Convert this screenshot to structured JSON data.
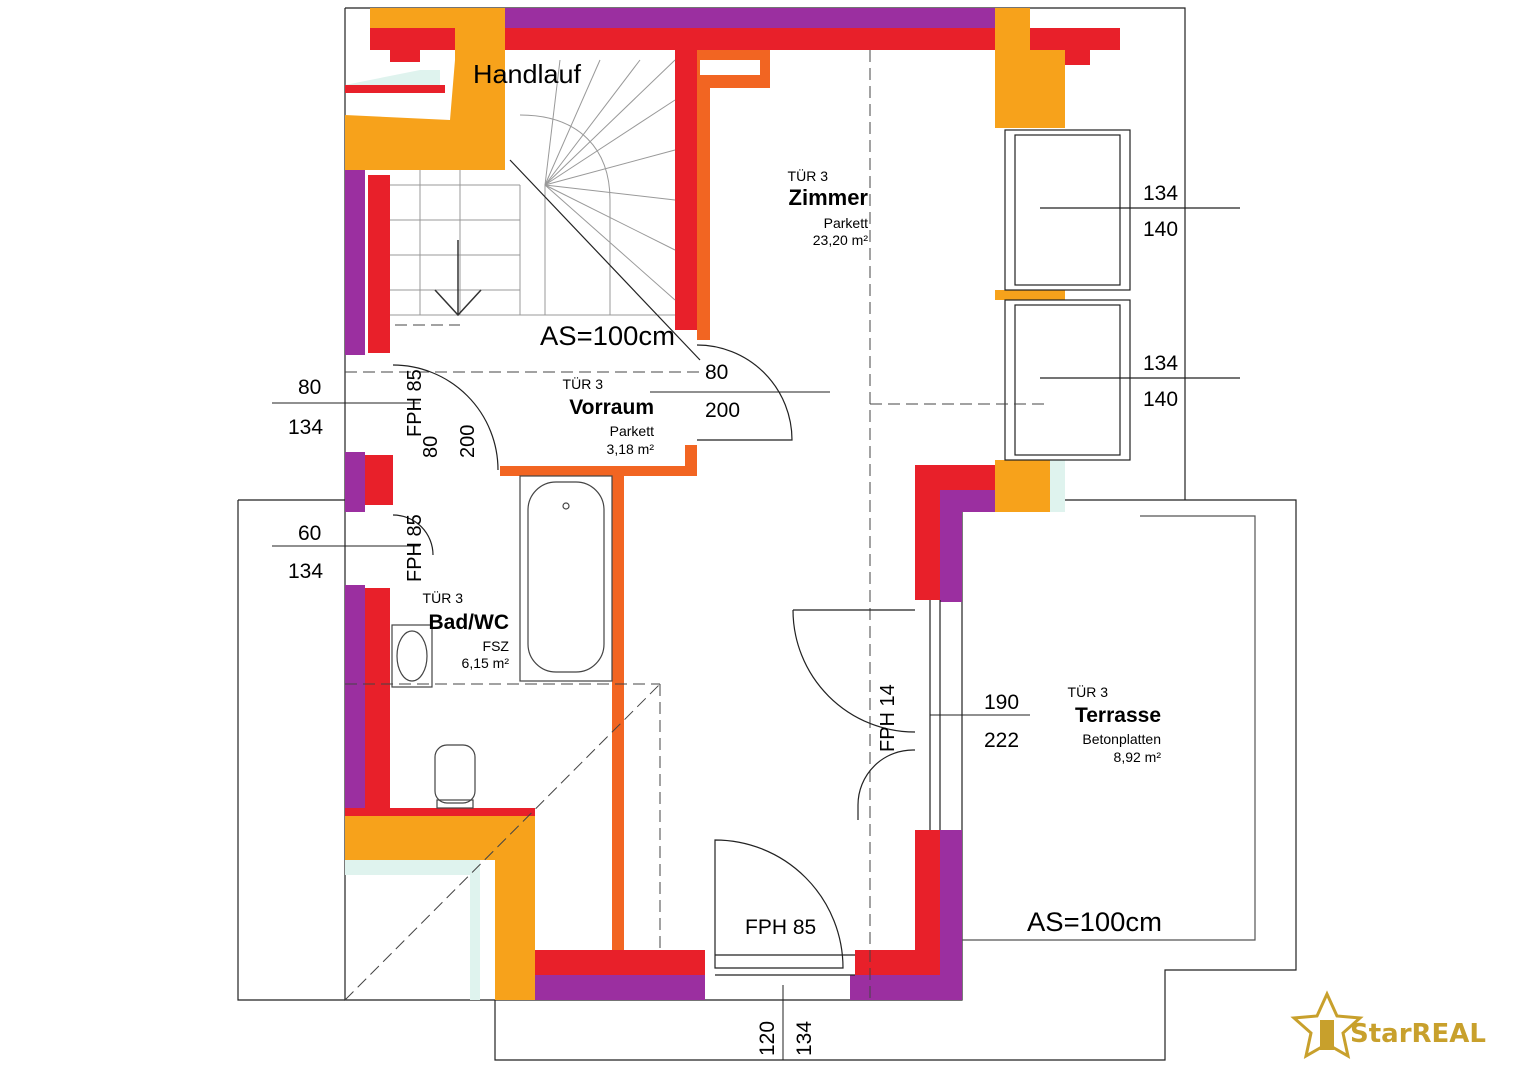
{
  "colors": {
    "exterior_wall": "#e8202a",
    "interior_wall": "#f26522",
    "insulation": "#f7a21b",
    "purple_wall": "#9b2fa0",
    "glass": "#dff3ee",
    "line": "#222222",
    "logo_gold": "#c8a02c"
  },
  "rooms": {
    "zimmer": {
      "door": "TÜR 3",
      "name": "Zimmer",
      "floor": "Parkett",
      "area": "23,20 m²"
    },
    "vorraum": {
      "door": "TÜR 3",
      "name": "Vorraum",
      "floor": "Parkett",
      "area": "3,18 m²"
    },
    "bad": {
      "door": "TÜR 3",
      "name": "Bad/WC",
      "floor": "FSZ",
      "area": "6,15 m²"
    },
    "terrasse": {
      "door": "TÜR 3",
      "name": "Terrasse",
      "floor": "Betonplatten",
      "area": "8,92 m²"
    }
  },
  "labels": {
    "handlauf": "Handlauf",
    "as_stair": "AS=100cm",
    "as_terrace": "AS=100cm",
    "fph85_top": "FPH 85",
    "fph85_mid": "FPH 85",
    "fph85_bottom": "FPH 85",
    "fph14": "FPH 14"
  },
  "dims": {
    "win1_w": "134",
    "win1_h": "140",
    "win2_w": "134",
    "win2_h": "140",
    "door_vorraum_w": "80",
    "door_vorraum_h": "200",
    "door_bad_w": "80",
    "door_bad_h": "200",
    "left_win1_w": "80",
    "left_win1_h": "134",
    "left_win2_w": "60",
    "left_win2_h": "134",
    "terrace_door_w": "190",
    "terrace_door_h": "222",
    "bottom_w": "120",
    "bottom_h": "134"
  },
  "logo": {
    "text": "StarREAL"
  }
}
